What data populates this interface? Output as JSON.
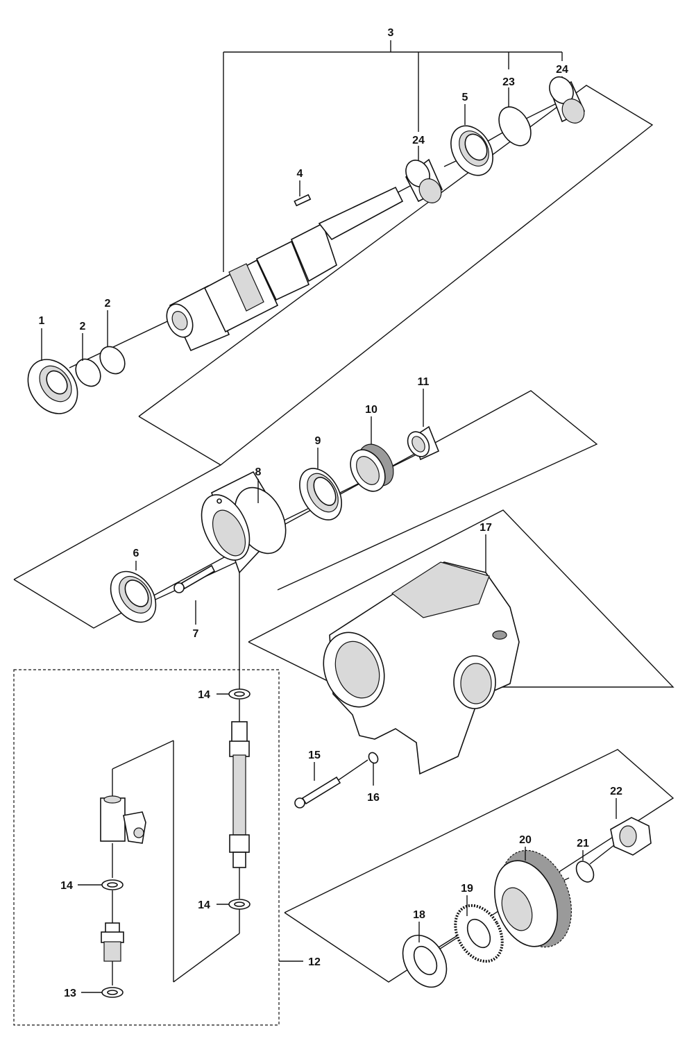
{
  "callouts": [
    {
      "id": "c1",
      "text": "1"
    },
    {
      "id": "c2a",
      "text": "2"
    },
    {
      "id": "c2b",
      "text": "2"
    },
    {
      "id": "c3",
      "text": "3"
    },
    {
      "id": "c4",
      "text": "4"
    },
    {
      "id": "c5",
      "text": "5"
    },
    {
      "id": "c6",
      "text": "6"
    },
    {
      "id": "c7",
      "text": "7"
    },
    {
      "id": "c8",
      "text": "8"
    },
    {
      "id": "c9",
      "text": "9"
    },
    {
      "id": "c10",
      "text": "10"
    },
    {
      "id": "c11",
      "text": "11"
    },
    {
      "id": "c12",
      "text": "12"
    },
    {
      "id": "c13",
      "text": "13"
    },
    {
      "id": "c14a",
      "text": "14"
    },
    {
      "id": "c14b",
      "text": "14"
    },
    {
      "id": "c14c",
      "text": "14"
    },
    {
      "id": "c15",
      "text": "15"
    },
    {
      "id": "c16",
      "text": "16"
    },
    {
      "id": "c17",
      "text": "17"
    },
    {
      "id": "c18",
      "text": "18"
    },
    {
      "id": "c19",
      "text": "19"
    },
    {
      "id": "c20",
      "text": "20"
    },
    {
      "id": "c21",
      "text": "21"
    },
    {
      "id": "c22",
      "text": "22"
    },
    {
      "id": "c23",
      "text": "23"
    },
    {
      "id": "c24a",
      "text": "24"
    },
    {
      "id": "c24b",
      "text": "24"
    }
  ],
  "colors": {
    "line": "#111111",
    "background": "#ffffff",
    "shade": "#d9d9d9"
  }
}
